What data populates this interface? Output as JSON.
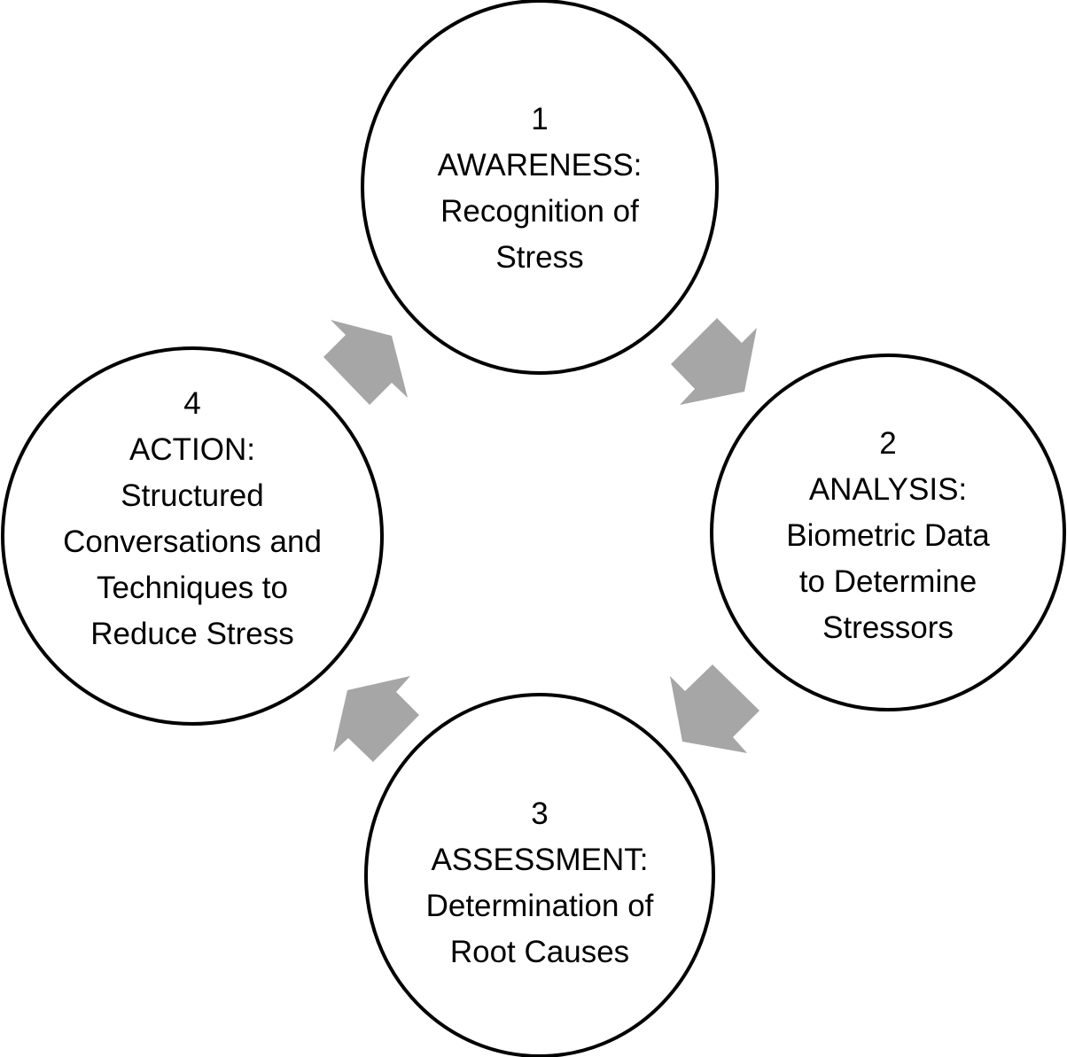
{
  "diagram": {
    "type": "cycle",
    "stages": [
      {
        "number": "1",
        "title": "AWARENESS:",
        "lines": [
          "Recognition of",
          "Stress"
        ]
      },
      {
        "number": "2",
        "title": "ANALYSIS:",
        "lines": [
          "Biometric Data",
          "to Determine",
          "Stressors"
        ]
      },
      {
        "number": "3",
        "title": "ASSESSMENT:",
        "lines": [
          "Determination of",
          "Root Causes"
        ]
      },
      {
        "number": "4",
        "title": "ACTION:",
        "lines": [
          "Structured",
          "Conversations and",
          "Techniques to",
          "Reduce Stress"
        ]
      }
    ],
    "arrows": [
      {
        "from": "1",
        "to": "2",
        "direction": "down-right"
      },
      {
        "from": "2",
        "to": "3",
        "direction": "down-left"
      },
      {
        "from": "3",
        "to": "4",
        "direction": "up-left"
      },
      {
        "from": "4",
        "to": "1",
        "direction": "up-right"
      }
    ],
    "colors": {
      "circle_stroke": "#000000",
      "circle_fill": "#ffffff",
      "arrow_fill": "#a6a6a6",
      "text": "#000000"
    }
  }
}
